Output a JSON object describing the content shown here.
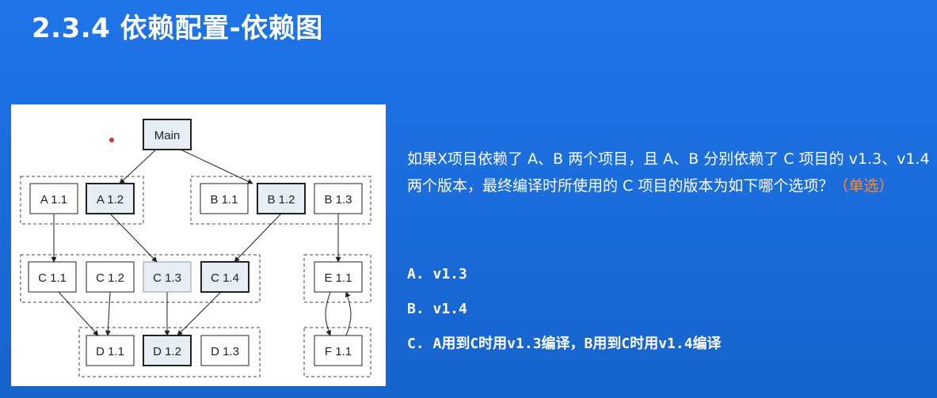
{
  "title": "2.3.4 依赖配置-依赖图",
  "diagram": {
    "main": "Main",
    "a_group": [
      "A 1.1",
      "A 1.2"
    ],
    "b_group": [
      "B 1.1",
      "B 1.2",
      "B 1.3"
    ],
    "c_group": [
      "C 1.1",
      "C 1.2",
      "C 1.3",
      "C 1.4"
    ],
    "e_group": [
      "E 1.1"
    ],
    "d_group": [
      "D 1.1",
      "D 1.2",
      "D 1.3"
    ],
    "f_group": [
      "F 1.1"
    ]
  },
  "question": {
    "text": "如果X项目依赖了 A、B 两个项目，且 A、B 分别依赖了 C 项目的 v1.3、v1.4两个版本，最终编译时所使用的 C 项目的版本为如下哪个选项？",
    "tag": "（单选）"
  },
  "options": [
    "A. v1.3",
    "B. v1.4",
    "C. A用到C时用v1.3编译，B用到C时用v1.4编译"
  ]
}
